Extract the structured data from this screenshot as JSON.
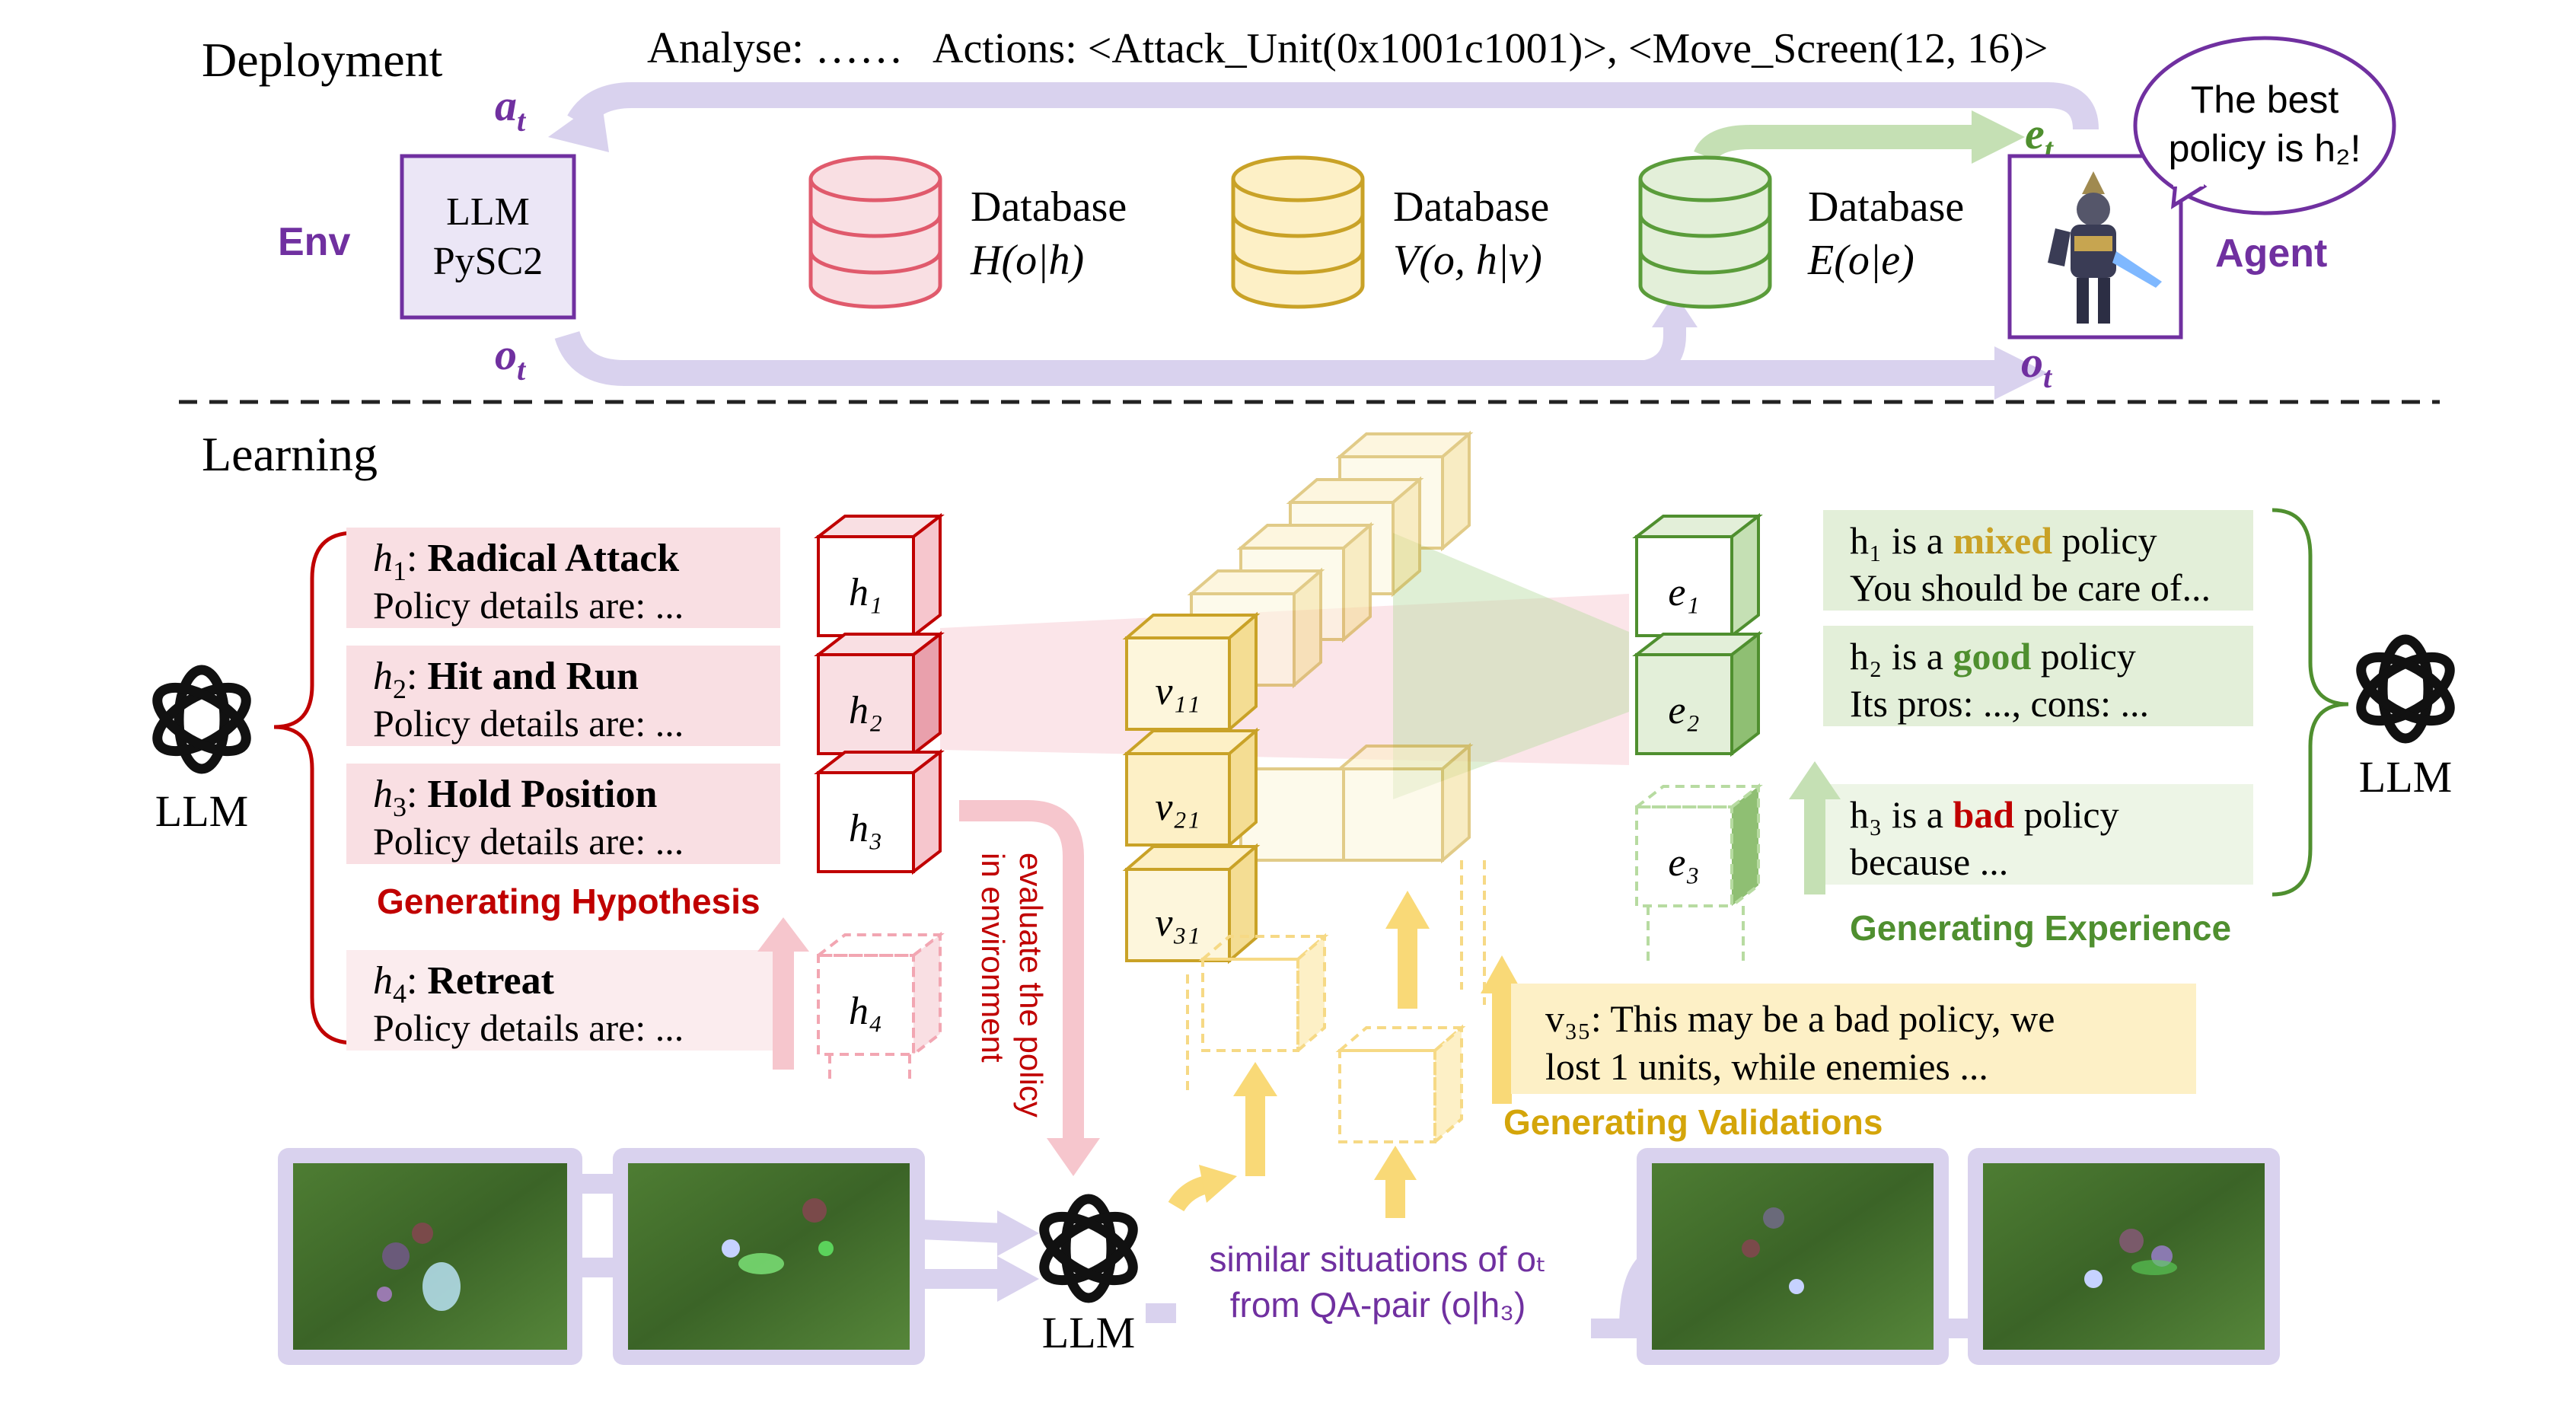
{
  "deployment": {
    "title": "Deployment",
    "analyse_label": "Analyse: ……",
    "actions_label": "Actions: <Attack_Unit(0x1001c1001)>, <Move_Screen(12, 16)>",
    "a_t": "a",
    "a_sub": "t",
    "o_t_left": "o",
    "o_sub": "t",
    "e_t": "e",
    "e_sub": "t",
    "env_label": "Env",
    "env_box_line1": "LLM",
    "env_box_line2": "PySC2",
    "db_h_line1": "Database",
    "db_h_line2": "H(o|h)",
    "db_v_line1": "Database",
    "db_v_line2": "V(o, h|v)",
    "db_e_line1": "Database",
    "db_e_line2": "E(o|e)",
    "agent_label": "Agent",
    "bubble_line1": "The best",
    "bubble_line2": "policy is h₂!"
  },
  "learning": {
    "title": "Learning",
    "llm_left": "LLM",
    "llm_right": "LLM",
    "llm_bottom": "LLM",
    "hypotheses": [
      {
        "sym": "h",
        "sub": "1",
        "name": "Radical Attack",
        "detail": "Policy details are: ..."
      },
      {
        "sym": "h",
        "sub": "2",
        "name": "Hit and Run",
        "detail": "Policy details are: ..."
      },
      {
        "sym": "h",
        "sub": "3",
        "name": "Hold Position",
        "detail": "Policy details are: ..."
      },
      {
        "sym": "h",
        "sub": "4",
        "name": "Retreat",
        "detail": "Policy details are: ..."
      }
    ],
    "generating_hypothesis": "Generating Hypothesis",
    "evaluate_line1": "evaluate the policy",
    "evaluate_line2": "in environment",
    "cubes_h": [
      "h₁",
      "h₂",
      "h₃",
      "h₄"
    ],
    "cubes_v": [
      "v₁₁",
      "v₂₁",
      "v₃₁"
    ],
    "cubes_e": [
      "e₁",
      "e₂",
      "e₃"
    ],
    "experiences": [
      {
        "pre": "h₁ is a ",
        "word": "mixed",
        "post": " policy",
        "line2": "You should be care of..."
      },
      {
        "pre": "h₂ is a ",
        "word": "good",
        "post": " policy",
        "line2": "Its pros: ..., cons: ..."
      },
      {
        "pre": "h₃ is a ",
        "word": "bad",
        "post": " policy",
        "line2": "because ..."
      }
    ],
    "generating_experience": "Generating Experience",
    "validation_line1": "v₃₅: This may be a bad policy, we",
    "validation_line2": "lost 1 units, while enemies ...",
    "generating_validations": "Generating Validations",
    "similar_line1": "similar situations of oₜ",
    "similar_line2": "from QA-pair (o|h₃)"
  },
  "colors": {
    "purple": "#7030a0",
    "lavender": "#d9d2ee",
    "red": "#c00000",
    "red_light": "#f9dfe3",
    "yellow": "#c9a227",
    "yellow_light": "#fdf0c6",
    "green": "#4f8f2f",
    "green_light": "#e3efd9",
    "grass": "#3f6d2a"
  }
}
